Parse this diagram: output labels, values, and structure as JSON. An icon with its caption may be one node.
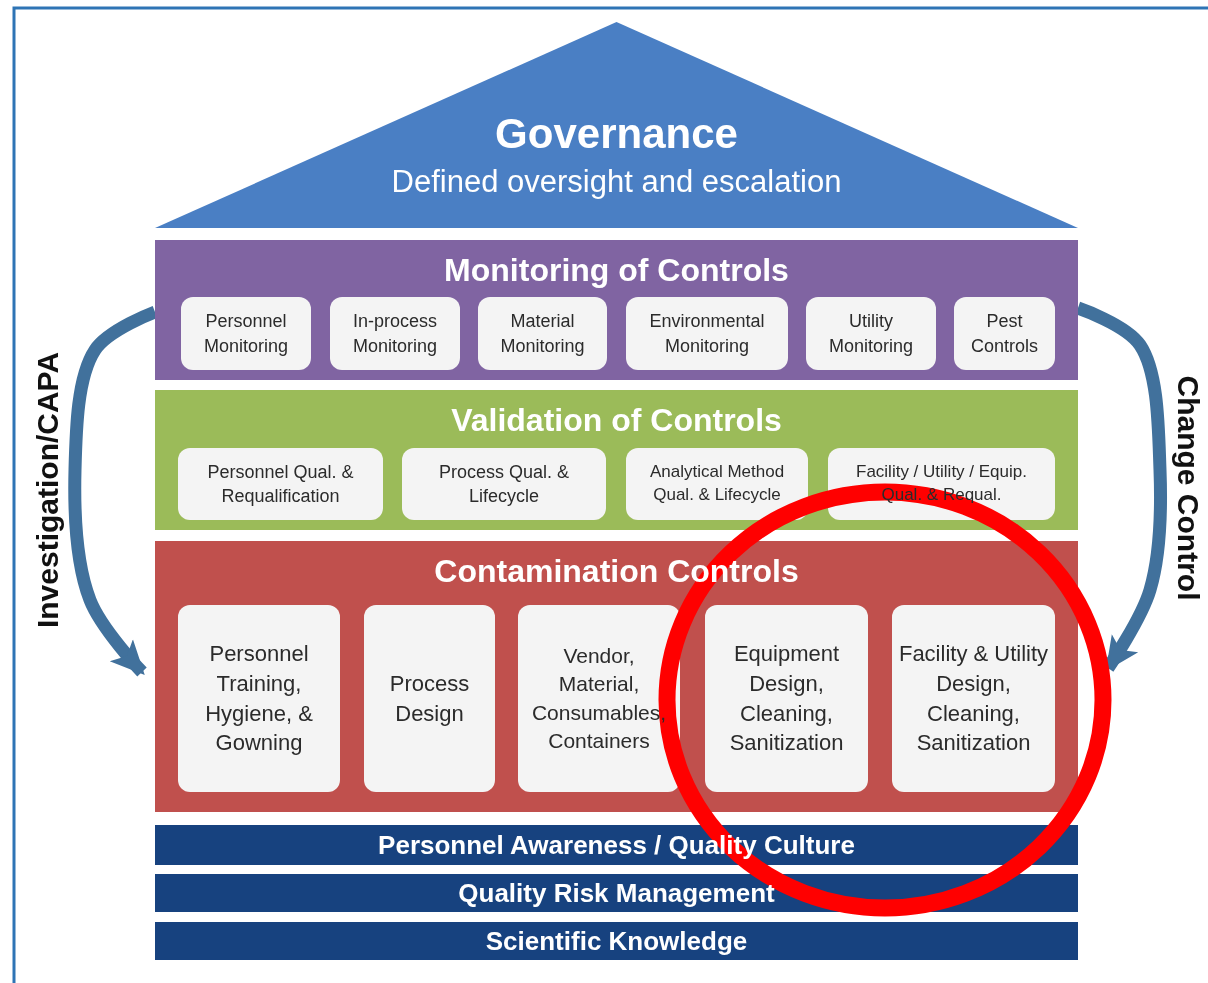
{
  "diagram": {
    "nodes": [
      {
        "text": [
          "Governance",
          "Defined oversight and escalation"
        ]
      },
      {
        "text": [
          "Monitoring of Controls"
        ]
      },
      {
        "text": [
          "Personnel Monitoring"
        ],
        "in": 1
      },
      {
        "text": [
          "In-process Monitoring"
        ],
        "in": 1
      },
      {
        "text": [
          "Material Monitoring"
        ],
        "in": 1
      },
      {
        "text": [
          "Environmental Monitoring"
        ],
        "in": 1
      },
      {
        "text": [
          "Utility Monitoring"
        ],
        "in": 1
      },
      {
        "text": [
          "Pest Controls"
        ],
        "in": 1
      },
      {
        "text": [
          "Validation of Controls"
        ]
      },
      {
        "text": [
          "Personnel Qual. & Requalification"
        ],
        "in": 8
      },
      {
        "text": [
          "Process Qual. & Lifecycle"
        ],
        "in": 8
      },
      {
        "text": [
          "Analytical Method Qual. & Lifecycle"
        ],
        "in": 8
      },
      {
        "text": [
          "Facility / Utility / Equip. Qual. & Requal."
        ],
        "in": 8
      },
      {
        "text": [
          "Contamination Controls"
        ]
      },
      {
        "text": [
          "Personnel Training, Hygiene, & Gowning"
        ],
        "in": 13
      },
      {
        "text": [
          "Process Design"
        ],
        "in": 13
      },
      {
        "text": [
          "Vendor, Material, Consumables, Containers"
        ],
        "in": 13
      },
      {
        "text": [
          "Equipment Design, Cleaning, Sanitization"
        ],
        "in": 13
      },
      {
        "text": [
          "Facility & Utility Design, Cleaning, Sanitization"
        ],
        "in": 13
      },
      {
        "text": [
          "Personnel Awareness / Quality Culture"
        ]
      },
      {
        "text": [
          "Quality Risk Management"
        ]
      },
      {
        "text": [
          "Scientific Knowledge"
        ]
      }
    ],
    "edges": [
      {
        "from": 1,
        "to": 13,
        "arrow": "to",
        "label": "Investigation/CAPA"
      },
      {
        "from": 1,
        "to": 13,
        "arrow": "to",
        "label": "Change Control"
      }
    ]
  }
}
